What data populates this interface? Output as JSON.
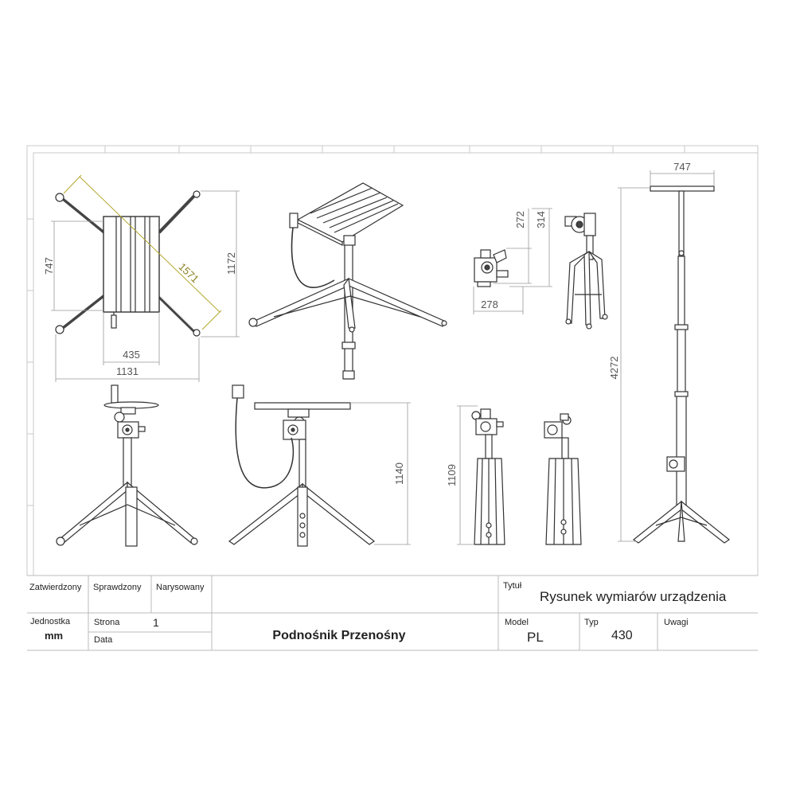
{
  "drawing": {
    "dimensions": {
      "top_width": "747",
      "top_height": "1172",
      "top_diagonal": "1571",
      "top_inner_width": "435",
      "top_outer_width": "1131",
      "head_h1": "272",
      "head_h2": "314",
      "head_w": "278",
      "max_height": "4272",
      "side_height": "1140",
      "folded_height": "1109"
    }
  },
  "title_block": {
    "approved_label": "Zatwierdzony",
    "checked_label": "Sprawdzony",
    "drawn_label": "Narysowany",
    "title_label": "Tytuł",
    "title_value": "Rysunek wymiarów urządzenia",
    "unit_label": "Jednostka",
    "unit_value": "mm",
    "page_label": "Strona",
    "page_value": "1",
    "date_label": "Data",
    "product_name": "Podnośnik Przenośny",
    "model_label": "Model",
    "model_value": "PL",
    "type_label": "Typ",
    "type_value": "430",
    "notes_label": "Uwagi"
  }
}
